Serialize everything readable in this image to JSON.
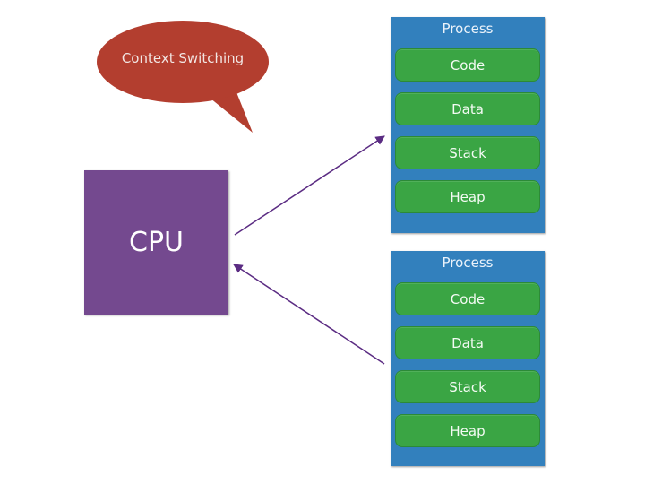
{
  "bubble": {
    "label": "Context Switching",
    "color": "#b33e2f"
  },
  "cpu": {
    "label": "CPU",
    "color": "#74498f"
  },
  "processes": [
    {
      "title": "Process",
      "segments": [
        "Code",
        "Data",
        "Stack",
        "Heap"
      ]
    },
    {
      "title": "Process",
      "segments": [
        "Code",
        "Data",
        "Stack",
        "Heap"
      ]
    }
  ],
  "colors": {
    "process": "#3280bd",
    "segment": "#3aa544",
    "arrow": "#5b2c83"
  }
}
